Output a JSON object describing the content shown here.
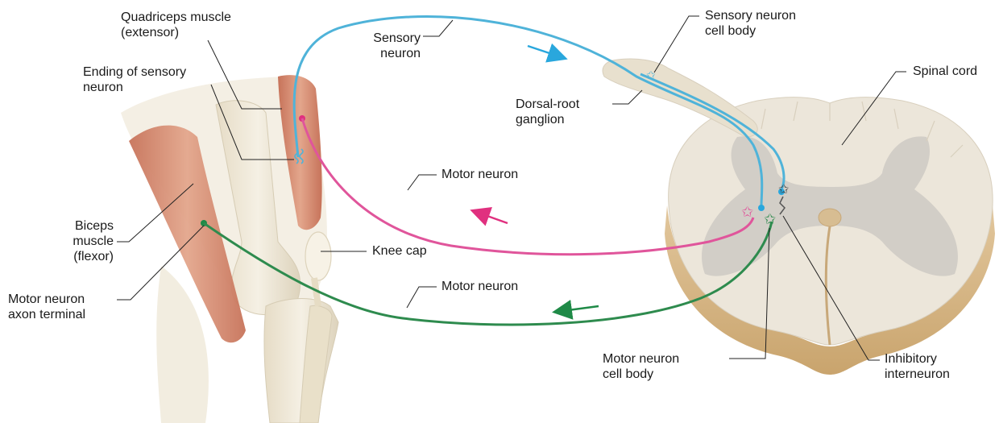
{
  "labels": {
    "quadriceps": [
      "Quadriceps muscle",
      "(extensor)"
    ],
    "sensory_ending": [
      "Ending of sensory",
      "neuron"
    ],
    "biceps": [
      "Biceps",
      "muscle",
      "(flexor)"
    ],
    "motor_terminal": [
      "Motor neuron",
      "axon terminal"
    ],
    "sensory_neuron": [
      "Sensory",
      "neuron"
    ],
    "motor_neuron_upper": "Motor neuron",
    "knee_cap": "Knee cap",
    "motor_neuron_lower": "Motor neuron",
    "sensory_cell_body": [
      "Sensory neuron",
      "cell body"
    ],
    "dorsal_root": [
      "Dorsal-root",
      "ganglion"
    ],
    "spinal_cord": "Spinal cord",
    "motor_cell_body": [
      "Motor neuron",
      "cell body"
    ],
    "inhibitory": [
      "Inhibitory",
      "interneuron"
    ]
  },
  "colors": {
    "sensory_neuron": "#4fb3d9",
    "motor_neuron_extensor": "#e0559b",
    "motor_neuron_flexor": "#2e8b4e",
    "inhibitory_interneuron": "#555555",
    "spinal_white_matter": "#ece6da",
    "spinal_gray_matter": "#cfcbc4",
    "spinal_cut_edge": "#d9b889",
    "muscle": "#d9967a",
    "bone": "#ede6d3"
  }
}
